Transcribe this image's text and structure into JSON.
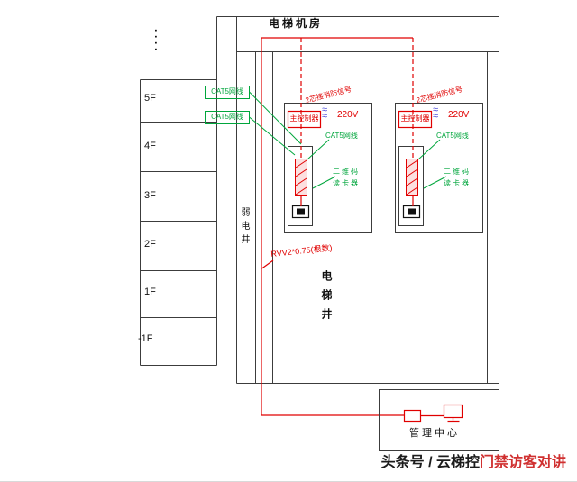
{
  "diagram": {
    "machine_room": "电梯机房",
    "floors": [
      "5F",
      "4F",
      "3F",
      "2F",
      "1F",
      "-1F"
    ],
    "floor_ellipsis": "····",
    "weak_shaft": "弱电井",
    "elevator_shaft": "电梯井",
    "cat5_feed_top": "CAT5网线",
    "cat5_feed_bottom": "CAT5网线",
    "rvv_label": "RVV2*0.75(根数)",
    "units": {
      "left": {
        "fire_signal": "2芯接消防信号",
        "controller": "主控制器",
        "ac_symbol": "≈",
        "voltage": "220V",
        "cat5": "CAT5网线",
        "qr_line1": "二维码",
        "qr_line2": "读卡器"
      },
      "right": {
        "fire_signal": "2芯接消防信号",
        "controller": "主控制器",
        "ac_symbol": "≈",
        "voltage": "220V",
        "cat5": "CAT5网线",
        "qr_line1": "二维码",
        "qr_line2": "读卡器"
      }
    },
    "management_center": "管理中心",
    "watermark_prefix": "头条号 / 云梯控",
    "watermark_suffix": "门禁访客对讲"
  },
  "colors": {
    "line_black": "#3c3c3c",
    "wire_red": "#e00000",
    "cable_green": "#00a63c",
    "ac_blue": "#4040d8",
    "watermark_red": "#d03030"
  }
}
